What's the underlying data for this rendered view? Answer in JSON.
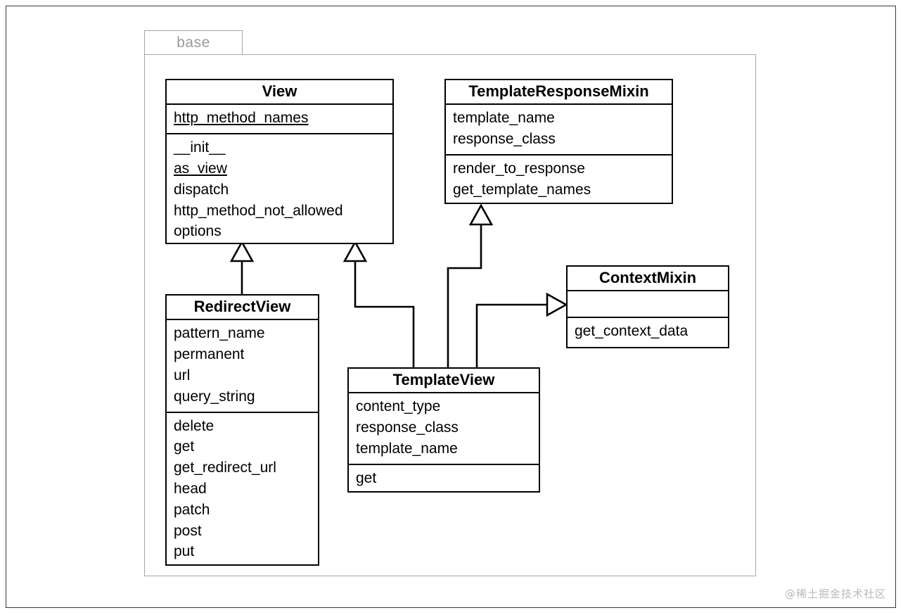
{
  "diagram": {
    "title": "base",
    "package_label": "base",
    "watermark": "@稀土掘金技术社区",
    "colors": {
      "line": "#000000",
      "package_border": "#a6a6a6",
      "package_text": "#9a9a9a",
      "page_border": "#3a3a3a",
      "background": "#ffffff",
      "watermark": "#b9b9b9"
    }
  },
  "classes": [
    {
      "id": "view",
      "name": "View",
      "attributes": [
        {
          "label": "http_method_names",
          "static": true
        }
      ],
      "methods": [
        {
          "label": "__init__",
          "static": false
        },
        {
          "label": "as_view",
          "static": true
        },
        {
          "label": "dispatch",
          "static": false
        },
        {
          "label": "http_method_not_allowed",
          "static": false
        },
        {
          "label": "options",
          "static": false
        }
      ]
    },
    {
      "id": "template-response-mixin",
      "name": "TemplateResponseMixin",
      "attributes": [
        {
          "label": "template_name",
          "static": false
        },
        {
          "label": "response_class",
          "static": false
        }
      ],
      "methods": [
        {
          "label": "render_to_response",
          "static": false
        },
        {
          "label": "get_template_names",
          "static": false
        }
      ]
    },
    {
      "id": "context-mixin",
      "name": "ContextMixin",
      "attributes": [],
      "methods": [
        {
          "label": "get_context_data",
          "static": false
        }
      ]
    },
    {
      "id": "redirect-view",
      "name": "RedirectView",
      "attributes": [
        {
          "label": "pattern_name",
          "static": false
        },
        {
          "label": "permanent",
          "static": false
        },
        {
          "label": "url",
          "static": false
        },
        {
          "label": "query_string",
          "static": false
        }
      ],
      "methods": [
        {
          "label": "delete",
          "static": false
        },
        {
          "label": "get",
          "static": false
        },
        {
          "label": "get_redirect_url",
          "static": false
        },
        {
          "label": "head",
          "static": false
        },
        {
          "label": "patch",
          "static": false
        },
        {
          "label": "post",
          "static": false
        },
        {
          "label": "put",
          "static": false
        }
      ]
    },
    {
      "id": "template-view",
      "name": "TemplateView",
      "attributes": [
        {
          "label": "content_type",
          "static": false
        },
        {
          "label": "response_class",
          "static": false
        },
        {
          "label": "template_name",
          "static": false
        }
      ],
      "methods": [
        {
          "label": "get",
          "static": false
        }
      ]
    }
  ],
  "relationships": [
    {
      "from": "RedirectView",
      "to": "View",
      "type": "generalization"
    },
    {
      "from": "TemplateView",
      "to": "View",
      "type": "generalization"
    },
    {
      "from": "TemplateView",
      "to": "TemplateResponseMixin",
      "type": "generalization"
    },
    {
      "from": "TemplateView",
      "to": "ContextMixin",
      "type": "generalization"
    }
  ]
}
